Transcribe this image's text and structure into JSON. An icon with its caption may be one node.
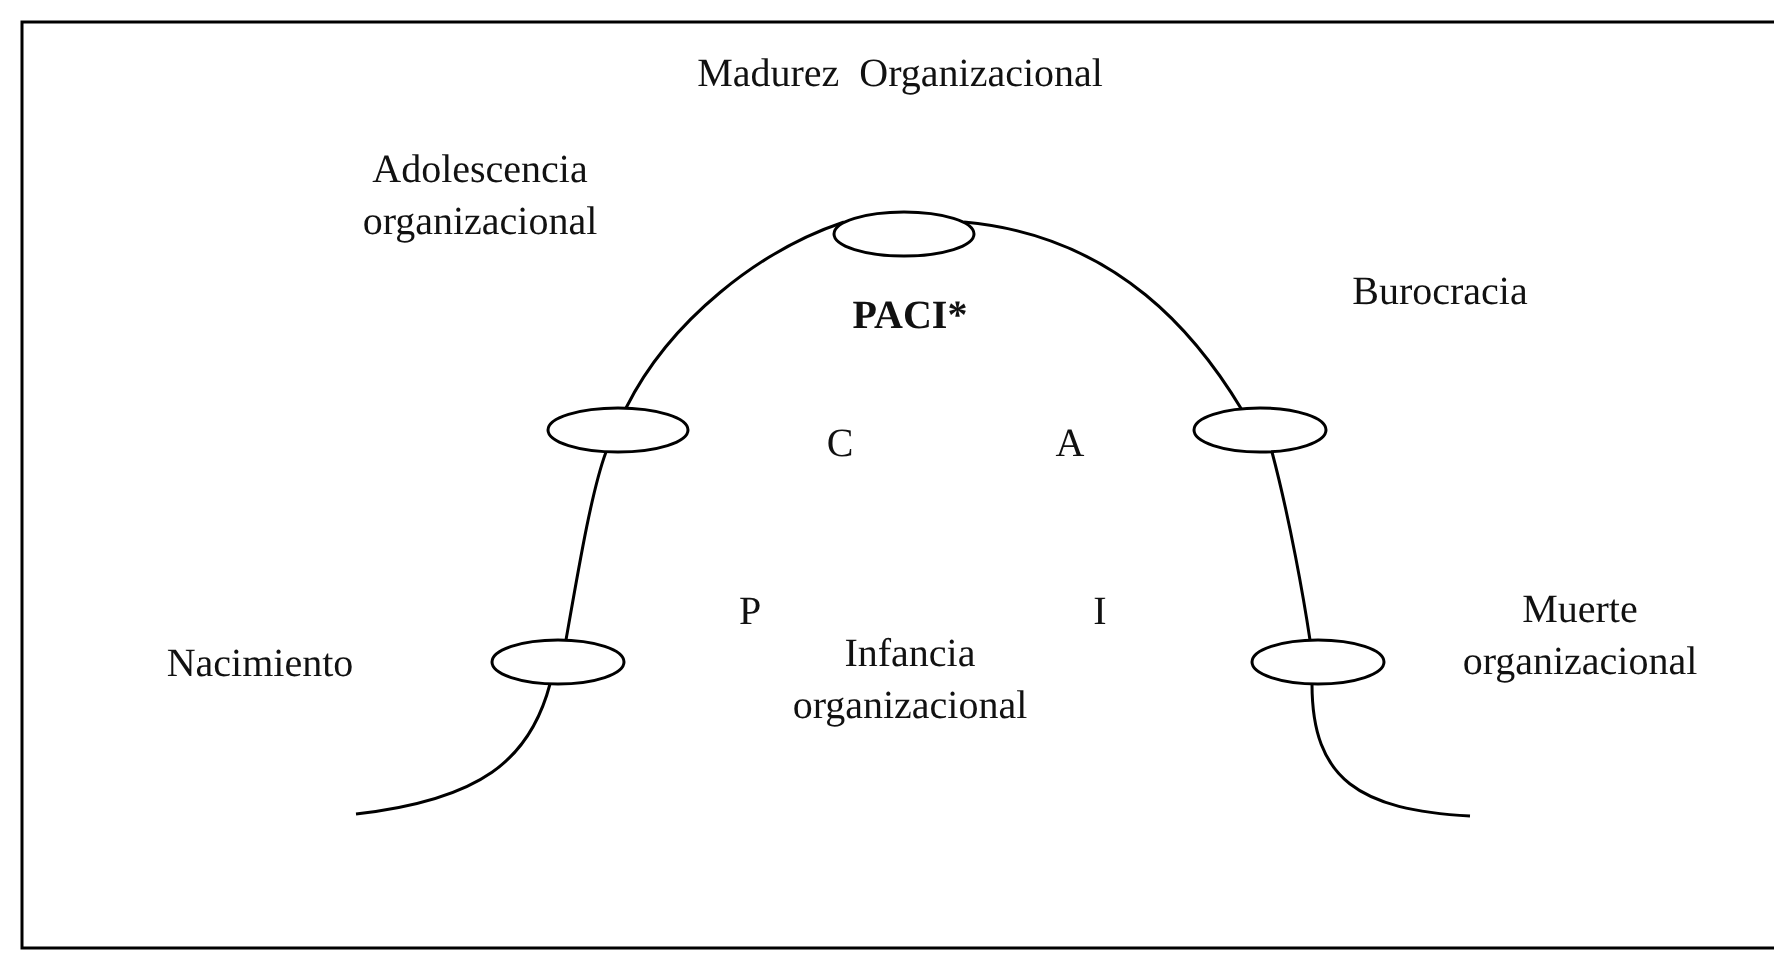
{
  "diagram": {
    "nodes": [
      {
        "text": [],
        "shape": "ellipse"
      },
      {
        "text": [],
        "shape": "ellipse"
      },
      {
        "text": [],
        "shape": "ellipse"
      },
      {
        "text": [],
        "shape": "ellipse"
      },
      {
        "text": [],
        "shape": "ellipse"
      }
    ],
    "edges": [
      {
        "from": null,
        "to": 0,
        "arrow": "none"
      },
      {
        "from": 0,
        "to": 1,
        "arrow": "none"
      },
      {
        "from": 1,
        "to": 2,
        "arrow": "none"
      },
      {
        "from": 2,
        "to": 3,
        "arrow": "none"
      },
      {
        "from": 3,
        "to": 4,
        "arrow": "none"
      },
      {
        "from": 4,
        "to": null,
        "arrow": "none"
      }
    ],
    "labels": [
      "Madurez  Organizacional",
      "Adolescencia organizacional",
      "Burocracia",
      "PACI*",
      "C",
      "A",
      "P",
      "I",
      "Nacimiento",
      "Infancia organizacional",
      "Muerte organizacional"
    ]
  }
}
